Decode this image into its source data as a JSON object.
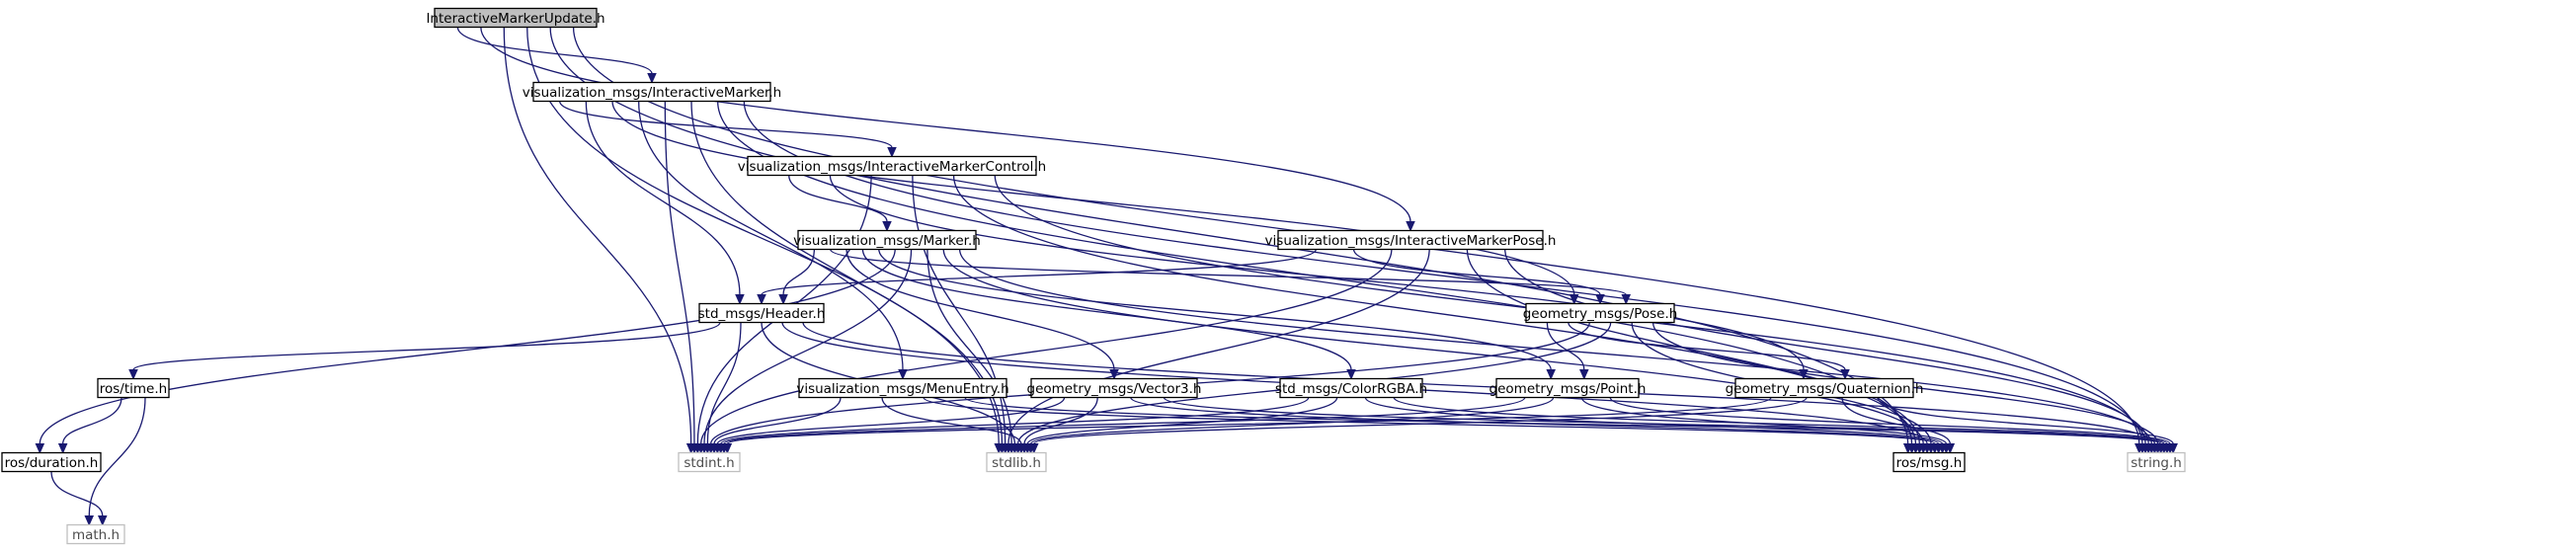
{
  "colors": {
    "edge": "#191970",
    "root_fill": "#bfbfbf",
    "node_border": "#000000",
    "external_border": "#bfbfbf",
    "background": "#ffffff"
  },
  "nodes": [
    {
      "id": "root",
      "label": "InteractiveMarkerUpdate.h",
      "kind": "root"
    },
    {
      "id": "im",
      "label": "visualization_msgs/InteractiveMarker.h",
      "kind": "internal"
    },
    {
      "id": "imc",
      "label": "visualization_msgs/InteractiveMarkerControl.h",
      "kind": "internal"
    },
    {
      "id": "impose",
      "label": "visualization_msgs/InteractiveMarkerPose.h",
      "kind": "internal"
    },
    {
      "id": "marker",
      "label": "visualization_msgs/Marker.h",
      "kind": "internal"
    },
    {
      "id": "header",
      "label": "std_msgs/Header.h",
      "kind": "internal"
    },
    {
      "id": "pose",
      "label": "geometry_msgs/Pose.h",
      "kind": "internal"
    },
    {
      "id": "rostime",
      "label": "ros/time.h",
      "kind": "internal"
    },
    {
      "id": "menu",
      "label": "visualization_msgs/MenuEntry.h",
      "kind": "internal"
    },
    {
      "id": "vec3",
      "label": "geometry_msgs/Vector3.h",
      "kind": "internal"
    },
    {
      "id": "color",
      "label": "std_msgs/ColorRGBA.h",
      "kind": "internal"
    },
    {
      "id": "point",
      "label": "geometry_msgs/Point.h",
      "kind": "internal"
    },
    {
      "id": "quat",
      "label": "geometry_msgs/Quaternion.h",
      "kind": "internal"
    },
    {
      "id": "dur",
      "label": "ros/duration.h",
      "kind": "internal"
    },
    {
      "id": "stdint",
      "label": "stdint.h",
      "kind": "external"
    },
    {
      "id": "stdlib",
      "label": "stdlib.h",
      "kind": "external"
    },
    {
      "id": "rosmsg",
      "label": "ros/msg.h",
      "kind": "internal"
    },
    {
      "id": "string",
      "label": "string.h",
      "kind": "external"
    },
    {
      "id": "math",
      "label": "math.h",
      "kind": "external"
    }
  ],
  "edges": [
    [
      "root",
      "im"
    ],
    [
      "root",
      "impose"
    ],
    [
      "root",
      "stdint"
    ],
    [
      "root",
      "stdlib"
    ],
    [
      "root",
      "rosmsg"
    ],
    [
      "root",
      "string"
    ],
    [
      "im",
      "imc"
    ],
    [
      "im",
      "header"
    ],
    [
      "im",
      "pose"
    ],
    [
      "im",
      "menu"
    ],
    [
      "im",
      "stdint"
    ],
    [
      "im",
      "stdlib"
    ],
    [
      "im",
      "rosmsg"
    ],
    [
      "im",
      "string"
    ],
    [
      "imc",
      "marker"
    ],
    [
      "imc",
      "quat"
    ],
    [
      "imc",
      "stdint"
    ],
    [
      "imc",
      "stdlib"
    ],
    [
      "imc",
      "rosmsg"
    ],
    [
      "imc",
      "string"
    ],
    [
      "impose",
      "header"
    ],
    [
      "impose",
      "pose"
    ],
    [
      "impose",
      "stdint"
    ],
    [
      "impose",
      "stdlib"
    ],
    [
      "impose",
      "rosmsg"
    ],
    [
      "impose",
      "string"
    ],
    [
      "marker",
      "header"
    ],
    [
      "marker",
      "pose"
    ],
    [
      "marker",
      "vec3"
    ],
    [
      "marker",
      "color"
    ],
    [
      "marker",
      "point"
    ],
    [
      "marker",
      "dur"
    ],
    [
      "marker",
      "stdint"
    ],
    [
      "marker",
      "stdlib"
    ],
    [
      "marker",
      "rosmsg"
    ],
    [
      "marker",
      "string"
    ],
    [
      "header",
      "rostime"
    ],
    [
      "header",
      "stdint"
    ],
    [
      "header",
      "stdlib"
    ],
    [
      "header",
      "rosmsg"
    ],
    [
      "header",
      "string"
    ],
    [
      "pose",
      "point"
    ],
    [
      "pose",
      "quat"
    ],
    [
      "pose",
      "stdint"
    ],
    [
      "pose",
      "stdlib"
    ],
    [
      "pose",
      "rosmsg"
    ],
    [
      "pose",
      "string"
    ],
    [
      "rostime",
      "dur"
    ],
    [
      "rostime",
      "math"
    ],
    [
      "menu",
      "stdint"
    ],
    [
      "menu",
      "stdlib"
    ],
    [
      "menu",
      "rosmsg"
    ],
    [
      "menu",
      "string"
    ],
    [
      "vec3",
      "stdint"
    ],
    [
      "vec3",
      "stdlib"
    ],
    [
      "vec3",
      "rosmsg"
    ],
    [
      "vec3",
      "string"
    ],
    [
      "color",
      "stdint"
    ],
    [
      "color",
      "stdlib"
    ],
    [
      "color",
      "rosmsg"
    ],
    [
      "color",
      "string"
    ],
    [
      "point",
      "stdint"
    ],
    [
      "point",
      "stdlib"
    ],
    [
      "point",
      "rosmsg"
    ],
    [
      "point",
      "string"
    ],
    [
      "quat",
      "stdint"
    ],
    [
      "quat",
      "stdlib"
    ],
    [
      "quat",
      "rosmsg"
    ],
    [
      "quat",
      "string"
    ],
    [
      "dur",
      "math"
    ]
  ]
}
